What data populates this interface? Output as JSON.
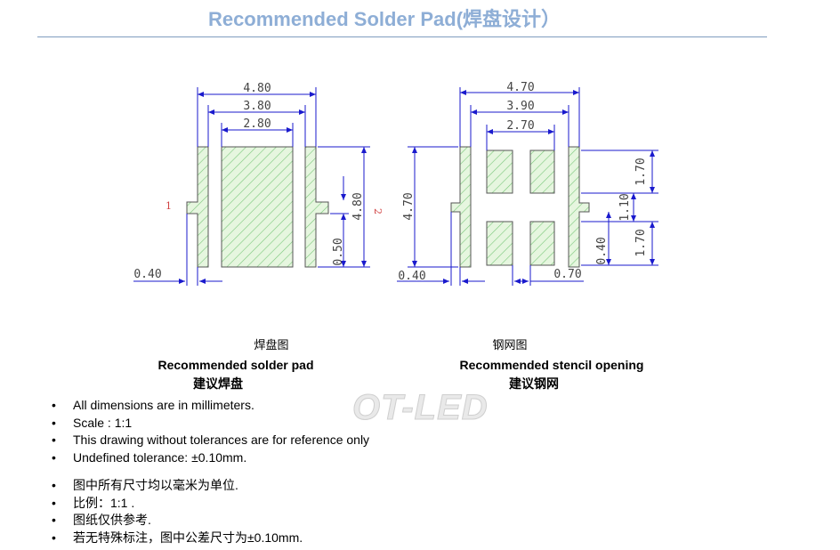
{
  "header": {
    "title": "Recommended Solder Pad(焊盘设计）"
  },
  "solder_pad_drawing": {
    "dims": {
      "overall_width": "4.80",
      "outer_gap": "3.80",
      "center_pad_width": "2.80",
      "height": "4.80",
      "tab_height": "0.50",
      "tab_width": "0.40"
    },
    "pin_1": "1",
    "pin_2": "2",
    "caption_cn": "焊盘图",
    "caption_en": "Recommended solder pad",
    "caption_cn_bold": "建议焊盘"
  },
  "stencil_drawing": {
    "dims": {
      "overall_width": "4.70",
      "outer_gap": "3.90",
      "inner_width": "2.70",
      "height": "4.70",
      "window_height_top": "1.70",
      "window_gap": "1.10",
      "window_height_bottom": "1.70",
      "tab_height": "0.40",
      "tab_width": "0.40",
      "window_width": "0.70"
    },
    "caption_cn": "钢网图",
    "caption_en": "Recommended stencil opening",
    "caption_cn_bold": "建议钢网"
  },
  "watermark": "OT-LED",
  "notes_en": [
    "All dimensions are in millimeters.",
    "Scale : 1:1",
    "This drawing without tolerances are for reference only",
    "Undefined tolerance: ±0.10mm."
  ],
  "notes_cn": [
    "图中所有尺寸均以毫米为单位.",
    "比例：1:1 .",
    "图纸仅供参考.",
    "若无特殊标注，图中公差尺寸为±0.10mm."
  ],
  "colors": {
    "title": "#8eaed6",
    "dimension_lines": "#1a1acd",
    "pad_fill": "#e6f6df",
    "pad_hatch": "#7ac87a",
    "outline": "#555555",
    "pin_label": "#d04040"
  }
}
